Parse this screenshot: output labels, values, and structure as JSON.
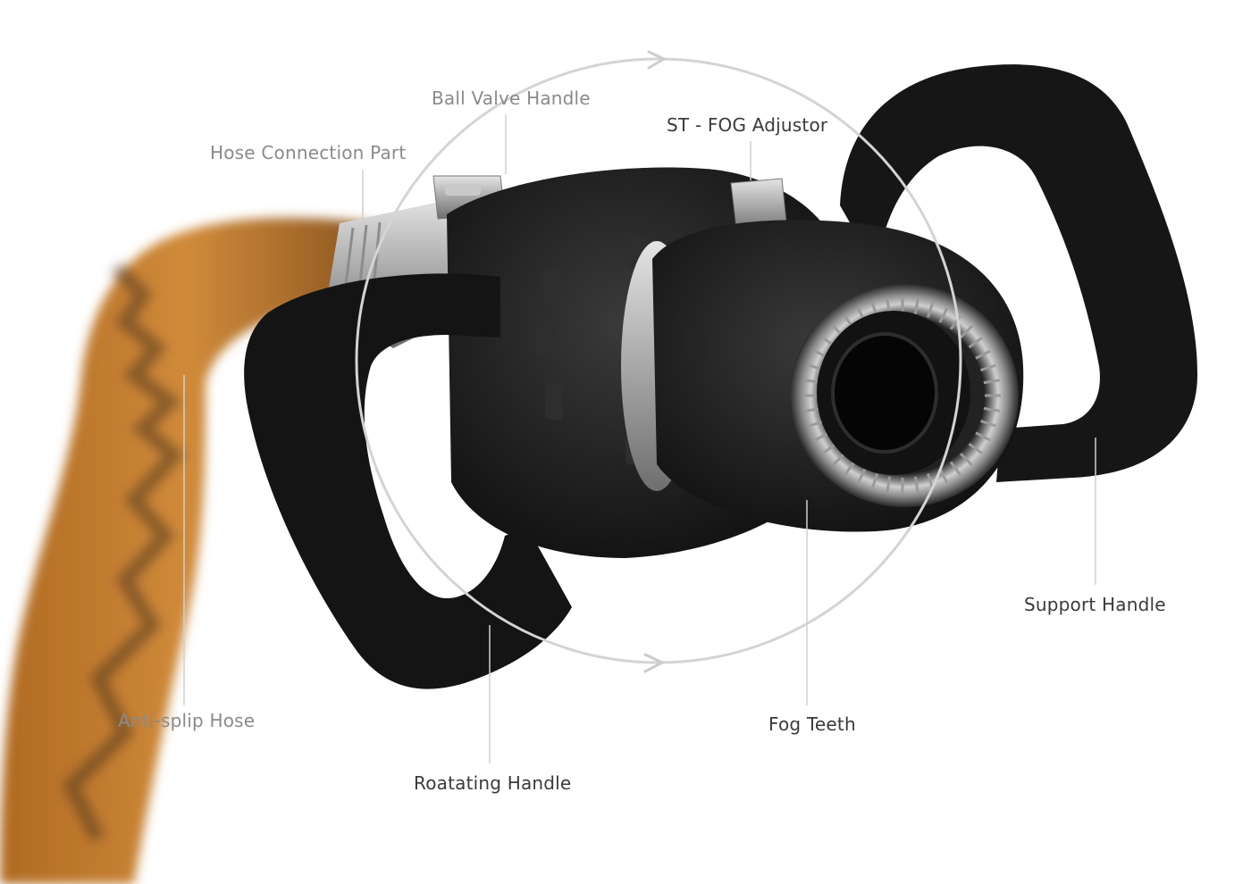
{
  "labels": {
    "ball_valve_handle": "Ball Valve Handle",
    "hose_connection_part": "Hose Connection Part",
    "st_fog_adjustor": "ST - FOG Adjustor",
    "support_handle": "Support Handle",
    "anti_slip_hose": "Anti-splip Hose",
    "fog_teeth": "Fog Teeth",
    "rotating_handle": "Roatating Handle"
  },
  "colors": {
    "background": "#ffffff",
    "body_black": "#1a1a1a",
    "hose_orange": "#c27a2c",
    "metal_silver": "#b8b8b8",
    "label_gray": "#8a8a8a",
    "label_dark": "#3a3a3a",
    "leader_line": "#d0d0d0"
  },
  "icons": [
    "rotation-arrow-icon"
  ]
}
